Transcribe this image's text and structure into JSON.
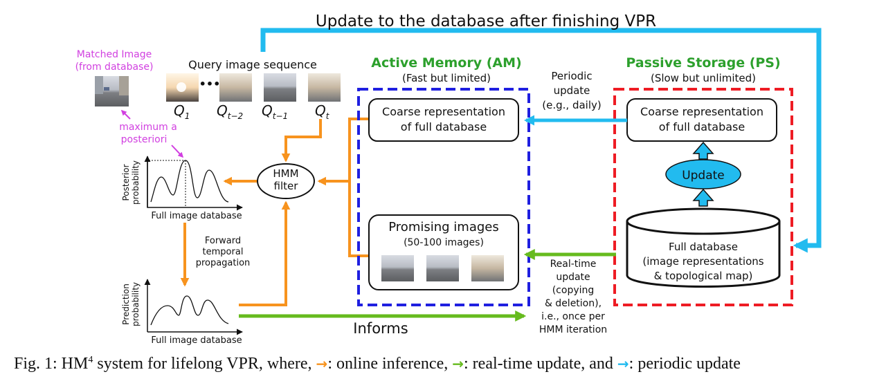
{
  "top_arrow_label": "Update to the database after finishing VPR",
  "matched_image": {
    "line1": "Matched Image",
    "line2": "(from database)"
  },
  "query_sequence": {
    "label": "Query image sequence",
    "ellipsis": "•••",
    "q1": "Q",
    "q1_sub": "1",
    "qt2": "Q",
    "qt2_sub": "t−2",
    "qt1": "Q",
    "qt1_sub": "t−1",
    "qt": "Q",
    "qt_sub": "t"
  },
  "map_label": {
    "line1": "maximum a",
    "line2": "posteriori"
  },
  "posterior_plot": {
    "ylabel_1": "Posterior",
    "ylabel_2": "probability",
    "xlabel": "Full image database"
  },
  "prediction_plot": {
    "ylabel_1": "Prediction",
    "ylabel_2": "probability",
    "xlabel": "Full image database"
  },
  "forward_label": {
    "line1": "Forward",
    "line2": "temporal",
    "line3": "propagation"
  },
  "hmm_filter": {
    "line1": "HMM",
    "line2": "filter"
  },
  "active_memory": {
    "title": "Active Memory (AM)",
    "subtitle": "(Fast but limited)",
    "coarse_line1": "Coarse representation",
    "coarse_line2": "of full database",
    "promising_title": "Promising images",
    "promising_sub": "(50-100 images)"
  },
  "passive_storage": {
    "title": "Passive Storage (PS)",
    "subtitle": "(Slow but unlimited)",
    "coarse_line1": "Coarse representation",
    "coarse_line2": "of full database",
    "update_label": "Update",
    "full_db_line1": "Full database",
    "full_db_line2": "(image representations",
    "full_db_line3": "& topological map)"
  },
  "periodic_update": {
    "line1": "Periodic",
    "line2": "update",
    "line3": "(e.g., daily)"
  },
  "realtime_update": {
    "line1": "Real-time",
    "line2": "update",
    "line3": "(copying",
    "line4": "& deletion),",
    "line5": "i.e., once per",
    "line6": "HMM iteration"
  },
  "informs_label": "Informs",
  "caption": {
    "prefix": "Fig. 1: HM",
    "sup": "4",
    "mid": " system for lifelong VPR, where, ",
    "online": ": online inference, ",
    "realtime": ": real-time update, and ",
    "periodic": ": periodic update"
  },
  "colors": {
    "orange": "#f7931e",
    "green": "#66bb1e",
    "cyan": "#22bbef",
    "blue": "#1f1fe0",
    "red": "#ee1c24",
    "magenta": "#d13fe0",
    "am_title": "#2ca02c",
    "ps_title": "#2ca02c"
  },
  "icons": {
    "arrow": "→"
  }
}
